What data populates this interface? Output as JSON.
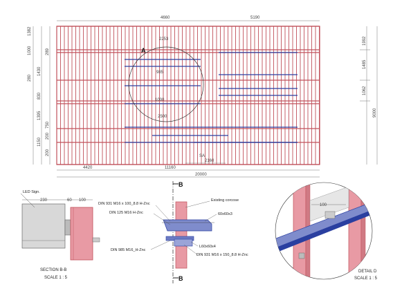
{
  "top_dimensions": [
    "4660",
    "5190"
  ],
  "left_dimensions": [
    "1382",
    "1000",
    "289",
    "1430",
    "280",
    "830",
    "1395",
    "750",
    "200",
    "1150",
    "200"
  ],
  "right_dimensions": [
    "1992",
    "1485",
    "1062",
    "9000"
  ],
  "bottom_dimensions": [
    "4420",
    "11160",
    "2160",
    "20000"
  ],
  "detail_a_dimensions": [
    "2253",
    "985",
    "1000",
    "2500"
  ],
  "detail_a_label": "A",
  "section_mark_label": "SA",
  "section_bb": {
    "led_label": "LED Sign.",
    "dims": [
      "230",
      "60",
      "100"
    ],
    "title": "SECTION B-B",
    "scale": "SCALE 1 : 5"
  },
  "center_detail": {
    "cut_label_top": "B",
    "cut_label_bottom": "B",
    "callouts": [
      "DIN 931 M16 x 100_8.8 H-Znc",
      "DIN 125 M16 H-Znc",
      "DIN 985 M16_H-Znc",
      "Existing corcose",
      "60x60x3",
      "L60x60x4",
      "DIN 931 M16 x 150_8.8 H-Znc"
    ]
  },
  "detail_d": {
    "dim": "100",
    "title": "DETAIL D",
    "scale": "SCALE 1 : 5"
  },
  "colors": {
    "frame": "#c0505a",
    "frame_fill": "#e89aa4",
    "blue": "#2a3fa0",
    "blue_light": "#7f8ccc",
    "dim_line": "#666666"
  }
}
